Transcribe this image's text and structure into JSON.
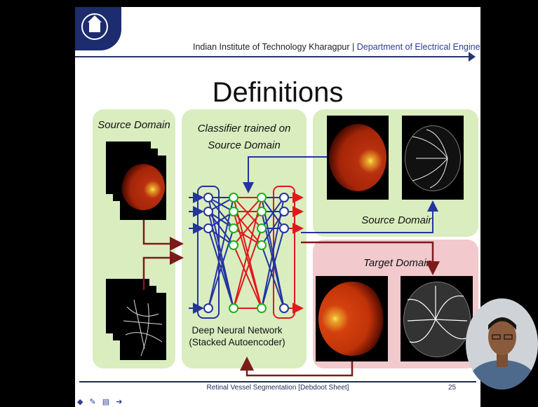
{
  "header": {
    "institute": "Indian Institute of Technology Kharagpur",
    "separator": " | ",
    "department": "Department of Electrical Engineering"
  },
  "slide": {
    "title": "Definitions",
    "source_domain_left": "Source Domain",
    "classifier_line1": "Classifier trained on",
    "classifier_line2": "Source Domain",
    "source_domain_right": "Source Domain",
    "target_domain": "Target Domain",
    "nn_line1": "Deep Neural Network",
    "nn_line2": "(Stacked Autoencoder)"
  },
  "footer": {
    "text": "Retinal Vessel Segmentation [Debdoot Sheet]",
    "page": "25",
    "nav_icons": "◆ ✎ ▤ ➜"
  },
  "colors": {
    "navy": "#27356f",
    "green_panel": "#d9edbf",
    "pink_panel": "#f2c9cd",
    "blue_net": "#2433a0",
    "red_net": "#e0191b",
    "green_node": "#19b31c",
    "dark_red": "#7d1a1a"
  }
}
